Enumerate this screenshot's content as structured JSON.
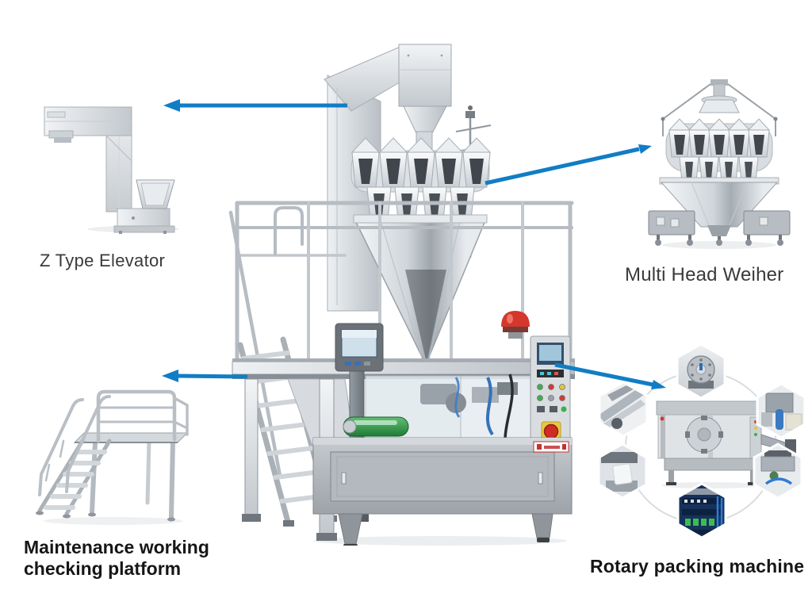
{
  "colors": {
    "arrow": "#117dc5",
    "label-dark": "#161616",
    "label-soft": "#3a3a3a",
    "background": "#ffffff"
  },
  "labels": {
    "z_type_elevator": "Z Type Elevator",
    "multi_head_weigher": "Multi Head Weiher",
    "maintenance_line1": "Maintenance working",
    "maintenance_line2": "checking platform",
    "rotary_packing": "Rotary packing machine"
  },
  "figures": {
    "main_machine": "rotary-premade-bag-packing-line-photo",
    "z_type_elevator": "z-type-elevator-photo",
    "multi_head_weigher": "multi-head-weigher-photo",
    "maintenance_platform": "maintenance-working-checking-platform-photo",
    "rotary_collage": "rotary-packing-machine-hexagon-collage"
  },
  "arrows": [
    {
      "name": "arrow-to-z-type-elevator",
      "points_to": "Z Type Elevator"
    },
    {
      "name": "arrow-to-multi-head-weigher",
      "points_to": "Multi Head Weiher"
    },
    {
      "name": "arrow-to-maintenance-platform",
      "points_to": "Maintenance working checking platform"
    },
    {
      "name": "arrow-to-rotary-collage",
      "points_to": "Rotary packing machine"
    }
  ]
}
